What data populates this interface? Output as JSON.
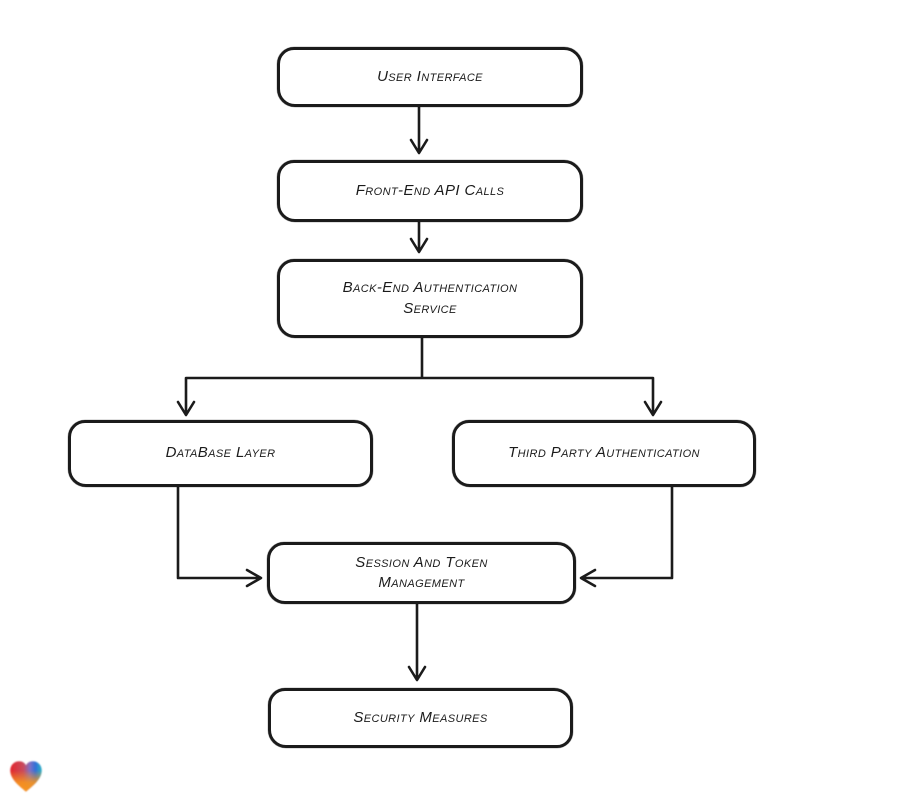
{
  "diagram": {
    "type": "flowchart",
    "nodes": [
      {
        "id": "user-interface",
        "label": "User Interface"
      },
      {
        "id": "front-end-api-calls",
        "label": "Front-End API Calls"
      },
      {
        "id": "back-end-auth-service",
        "label": "Back-End Authentication\nService"
      },
      {
        "id": "database-layer",
        "label": "DataBase Layer"
      },
      {
        "id": "third-party-authentication",
        "label": "Third Party Authentication"
      },
      {
        "id": "session-token-management",
        "label": "Session And Token\nManagement"
      },
      {
        "id": "security-measures",
        "label": "Security Measures"
      }
    ],
    "edges": [
      {
        "from": "user-interface",
        "to": "front-end-api-calls"
      },
      {
        "from": "front-end-api-calls",
        "to": "back-end-auth-service"
      },
      {
        "from": "back-end-auth-service",
        "to": "database-layer"
      },
      {
        "from": "back-end-auth-service",
        "to": "third-party-authentication"
      },
      {
        "from": "database-layer",
        "to": "session-token-management"
      },
      {
        "from": "third-party-authentication",
        "to": "session-token-management"
      },
      {
        "from": "session-token-management",
        "to": "security-measures"
      }
    ],
    "colors": {
      "stroke": "#1b1b1b",
      "node_fill": "#ffffff",
      "background": "#ffffff"
    },
    "logo": {
      "icon": "heart-icon",
      "colors": [
        "#e3242b",
        "#b13b6e",
        "#2f6fd8",
        "#2bb3c4",
        "#f7941d"
      ]
    }
  }
}
